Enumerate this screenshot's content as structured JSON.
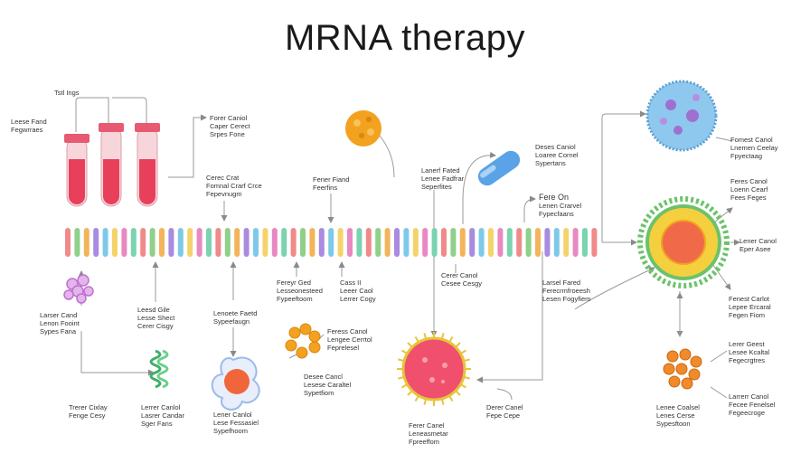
{
  "title": "MRNA therapy",
  "labels": {
    "test_tubes": [
      "Tstl Ings"
    ],
    "tubes_left": [
      "Leese Fand",
      "Fegwrraes"
    ],
    "top_tubes_right": [
      "Forer Caniol",
      "Caper Cerect",
      "Srpes Fone"
    ],
    "mid_tubes": [
      "Cerec Crat",
      "Fomnal Crarf Crce",
      "Fepevnugm"
    ],
    "mid_orange": [
      "Fener Fiand",
      "Feerfins"
    ],
    "capsule_left": [
      "Lanerf Fated",
      "Lenee Fadfrar",
      "Seperfites"
    ],
    "capsule_right": [
      "Deses Caniol",
      "Loaree Cornel",
      "Sypertans"
    ],
    "fere_on": [
      "Fere On",
      "Lenen Crarvel",
      "Fypecfaans"
    ],
    "top_right_cell": [
      "Fomest Canol",
      "Lnemen Ceelay",
      "Fpyectaag"
    ],
    "right_top": [
      "Feres Canol",
      "Loenn Cearf",
      "Fees Feges"
    ],
    "right_mid": [
      "Lener Canol",
      "Eper Asee"
    ],
    "right_lower": [
      "Fenest Carlot",
      "Lepee Ercaral",
      "Fegen Fiom"
    ],
    "right_cluster1": [
      "Lerer Geest",
      "Lesee Kcaltal",
      "Fegecrgtres"
    ],
    "right_cluster2": [
      "Larrerr Canol",
      "Fecee Fenelsel",
      "Fegeecroge"
    ],
    "left_pink": [
      "Larser Cand",
      "Lenon Fooint",
      "Sypes Fana"
    ],
    "left_mid": [
      "Leesd Gile",
      "Lesse Shect",
      "Cerer Cisgy"
    ],
    "mid_left_low": [
      "Lenoete Faetd",
      "Sypeefaugn"
    ],
    "center_low": [
      "Fereyr Ged",
      "Lesseonesteed",
      "Fypeeftoom"
    ],
    "center_low2": [
      "Cass II",
      "Leeer Caol",
      "Lerrer Cogy"
    ],
    "below_strand_cap": [
      "Cerer Canol",
      "Cesee Cesgy"
    ],
    "below_strand_right": [
      "Larsel Fared",
      "Ferecrmfroeesh",
      "Lesen Fogyfiem"
    ],
    "orange_ring": [
      "Feress Canol",
      "Lengee Cerrtol",
      "Feprelesel"
    ],
    "orange_ring2": [
      "Desee Cancl",
      "Lesese Caraltel",
      "Sypetfiom"
    ],
    "bottom_left1": [
      "Trerer Cixlay",
      "Fenge Cesy"
    ],
    "bottom_left2": [
      "Lerrer Canlol",
      "Lasrer Candar",
      "Sger Fans"
    ],
    "bottom_mid": [
      "Lener Canlol",
      "Lese Fessasiel",
      "Sypefhoom"
    ],
    "bottom_virus": [
      "Ferer Canel",
      "Leneasmetar",
      "Fpreeffom"
    ],
    "bottom_right_virus": [
      "Derer Canel",
      "Fepe Cepe"
    ],
    "bottom_cluster": [
      "Lenee Coalsel",
      "Lenes Cerse",
      "Sypesftoon"
    ]
  },
  "colors": {
    "strand": [
      "#f08a8a",
      "#8fd08a",
      "#f3b45a",
      "#a98be0",
      "#7fc9e8",
      "#f5d36b",
      "#e889c2",
      "#7bd3b0"
    ],
    "tube_red": "#e8405a",
    "tube_cap": "#e85a72",
    "orange_cell": "#f2a21e",
    "capsule": "#5aa3e6",
    "virus_pink": "#f0506e",
    "virus_spike": "#e6c43a",
    "cell_blue": "#8ec8ee",
    "nucleus_purple": "#a070d0",
    "ring_green": "#6cc26a",
    "ring_yellow": "#f4d03f",
    "ring_core": "#f06a4a",
    "flower_core": "#f0663a",
    "flower_petal": "#9bbbe8",
    "coil_green": "#3fae6a",
    "pink_cluster": "#c06fd0",
    "orange_cluster": "#f08a2a",
    "arrow": "#8a8a8a"
  },
  "icons": [
    "test-tubes",
    "orange-cell-icon",
    "capsule-icon",
    "virus-icon",
    "blue-cell-icon",
    "ring-cell-icon",
    "flower-cell-icon",
    "coil-icon",
    "pink-cluster-icon",
    "orange-cluster-icon",
    "orange-ring-icon"
  ]
}
